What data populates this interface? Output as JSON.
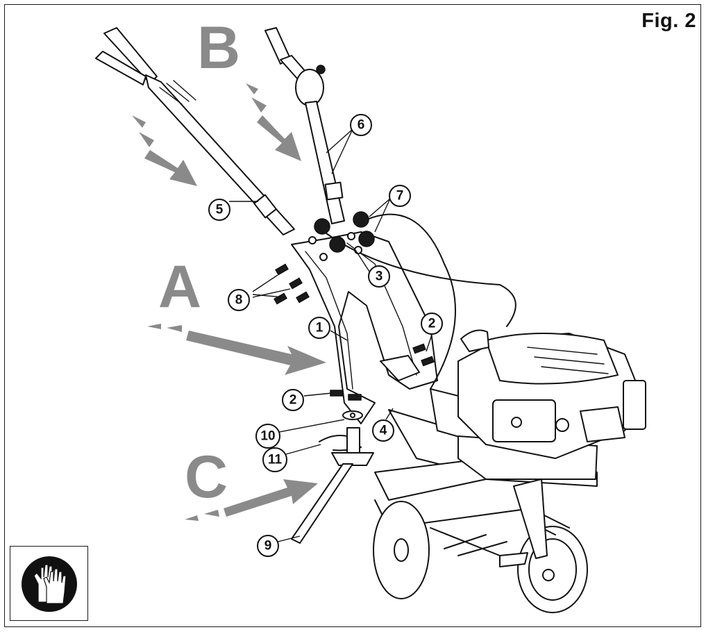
{
  "figure": {
    "title": "Fig. 2"
  },
  "step_letters": [
    "A",
    "B",
    "C"
  ],
  "callouts": [
    {
      "num": "1"
    },
    {
      "num": "2"
    },
    {
      "num": "2"
    },
    {
      "num": "3"
    },
    {
      "num": "4"
    },
    {
      "num": "5"
    },
    {
      "num": "6"
    },
    {
      "num": "7"
    },
    {
      "num": "8"
    },
    {
      "num": "9"
    },
    {
      "num": "10"
    },
    {
      "num": "11"
    }
  ],
  "icons": {
    "safety": "protective-gloves-icon"
  },
  "colors": {
    "arrow_gray": "#8a8a8a",
    "ink": "#111111",
    "paper": "#ffffff"
  }
}
